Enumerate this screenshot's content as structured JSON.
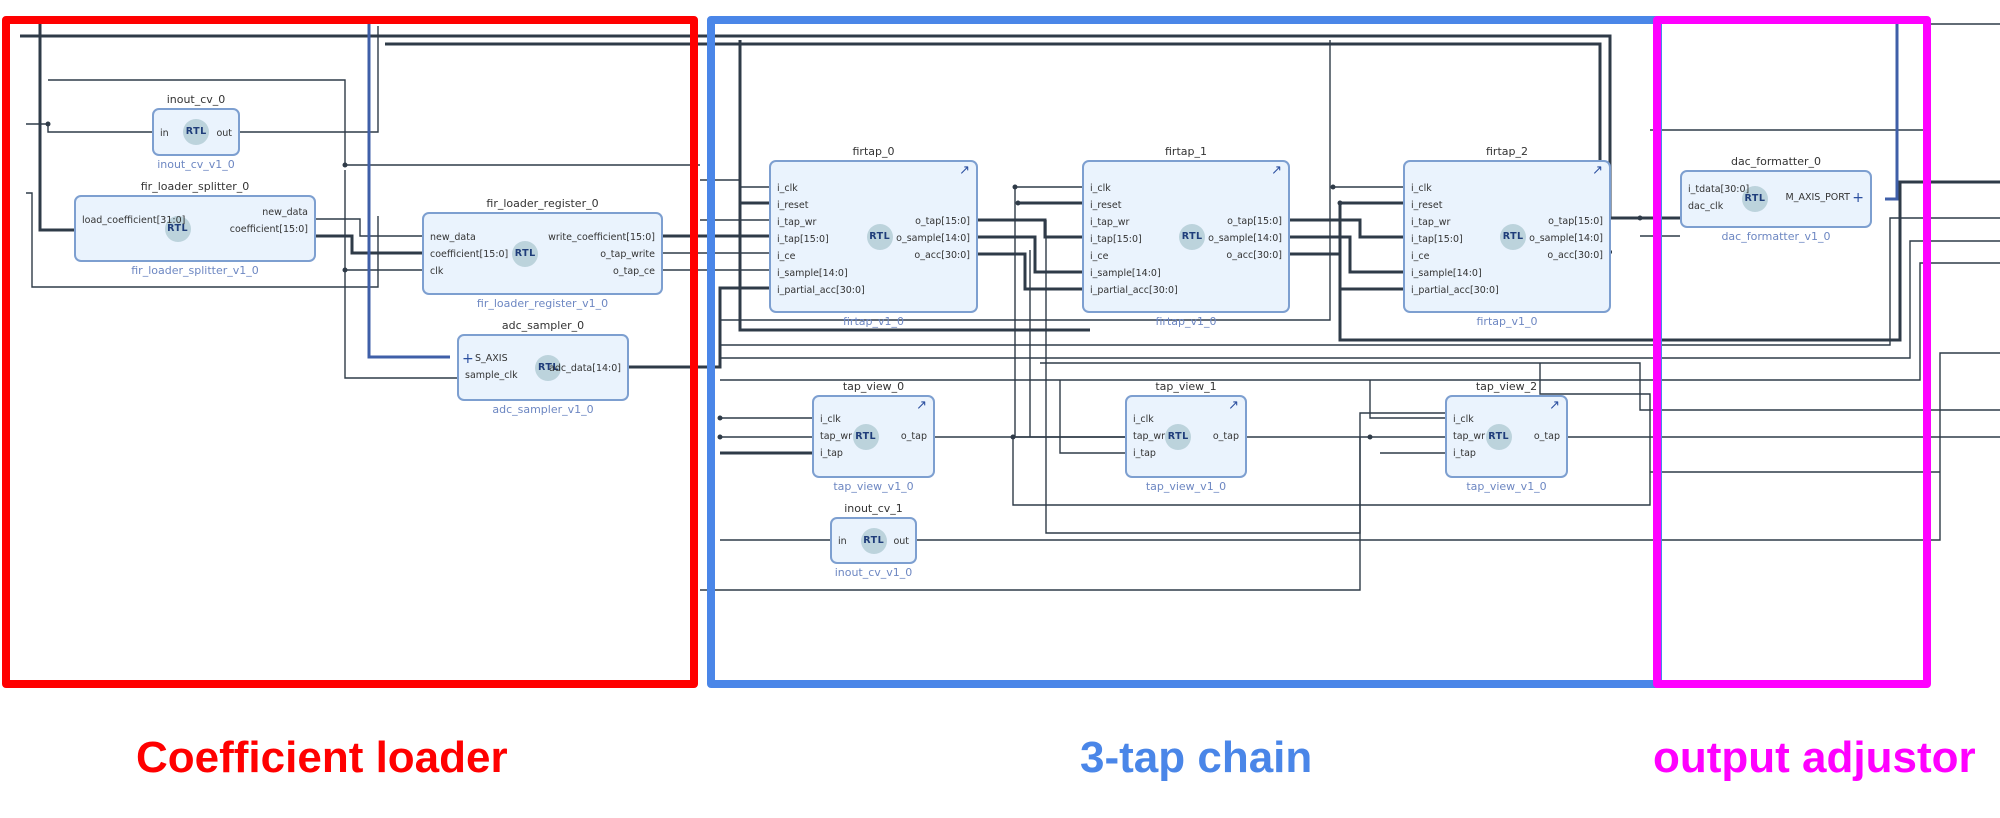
{
  "groups": [
    {
      "id": "coefficient-loader",
      "label": "Coefficient loader",
      "color": "#ff0000"
    },
    {
      "id": "tap-chain",
      "label": "3-tap chain",
      "color": "#4a86e8"
    },
    {
      "id": "output-adjustor",
      "label": "output adjustor",
      "color": "#ff00ff"
    }
  ],
  "icon_text": "RTL",
  "blocks": {
    "inout_cv_0": {
      "instance": "inout_cv_0",
      "module": "inout_cv_v1_0",
      "inputs": [
        "in"
      ],
      "outputs": [
        "out"
      ]
    },
    "fir_loader_splitter_0": {
      "instance": "fir_loader_splitter_0",
      "module": "fir_loader_splitter_v1_0",
      "inputs": [
        "load_coefficient[31:0]"
      ],
      "outputs": [
        "new_data",
        "coefficient[15:0]"
      ]
    },
    "fir_loader_register_0": {
      "instance": "fir_loader_register_0",
      "module": "fir_loader_register_v1_0",
      "inputs": [
        "new_data",
        "coefficient[15:0]",
        "clk"
      ],
      "outputs": [
        "write_coefficient[15:0]",
        "o_tap_write",
        "o_tap_ce"
      ]
    },
    "adc_sampler_0": {
      "instance": "adc_sampler_0",
      "module": "adc_sampler_v1_0",
      "inputs": [
        "S_AXIS",
        "sample_clk"
      ],
      "outputs": [
        "adc_data[14:0]"
      ]
    },
    "firtap_0": {
      "instance": "firtap_0",
      "module": "firtap_v1_0",
      "inputs": [
        "i_clk",
        "i_reset",
        "i_tap_wr",
        "i_tap[15:0]",
        "i_ce",
        "i_sample[14:0]",
        "i_partial_acc[30:0]"
      ],
      "outputs": [
        "o_tap[15:0]",
        "o_sample[14:0]",
        "o_acc[30:0]"
      ]
    },
    "firtap_1": {
      "instance": "firtap_1",
      "module": "firtap_v1_0",
      "inputs": [
        "i_clk",
        "i_reset",
        "i_tap_wr",
        "i_tap[15:0]",
        "i_ce",
        "i_sample[14:0]",
        "i_partial_acc[30:0]"
      ],
      "outputs": [
        "o_tap[15:0]",
        "o_sample[14:0]",
        "o_acc[30:0]"
      ]
    },
    "firtap_2": {
      "instance": "firtap_2",
      "module": "firtap_v1_0",
      "inputs": [
        "i_clk",
        "i_reset",
        "i_tap_wr",
        "i_tap[15:0]",
        "i_ce",
        "i_sample[14:0]",
        "i_partial_acc[30:0]"
      ],
      "outputs": [
        "o_tap[15:0]",
        "o_sample[14:0]",
        "o_acc[30:0]"
      ]
    },
    "tap_view_0": {
      "instance": "tap_view_0",
      "module": "tap_view_v1_0",
      "inputs": [
        "i_clk",
        "tap_wr",
        "i_tap"
      ],
      "outputs": [
        "o_tap"
      ]
    },
    "tap_view_1": {
      "instance": "tap_view_1",
      "module": "tap_view_v1_0",
      "inputs": [
        "i_clk",
        "tap_wr",
        "i_tap"
      ],
      "outputs": [
        "o_tap"
      ]
    },
    "tap_view_2": {
      "instance": "tap_view_2",
      "module": "tap_view_v1_0",
      "inputs": [
        "i_clk",
        "tap_wr",
        "i_tap"
      ],
      "outputs": [
        "o_tap"
      ]
    },
    "inout_cv_1": {
      "instance": "inout_cv_1",
      "module": "inout_cv_v1_0",
      "inputs": [
        "in"
      ],
      "outputs": [
        "out"
      ]
    },
    "dac_formatter_0": {
      "instance": "dac_formatter_0",
      "module": "dac_formatter_v1_0",
      "inputs": [
        "i_tdata[30:0]",
        "dac_clk"
      ],
      "outputs": [
        "M_AXIS_PORT"
      ]
    }
  }
}
